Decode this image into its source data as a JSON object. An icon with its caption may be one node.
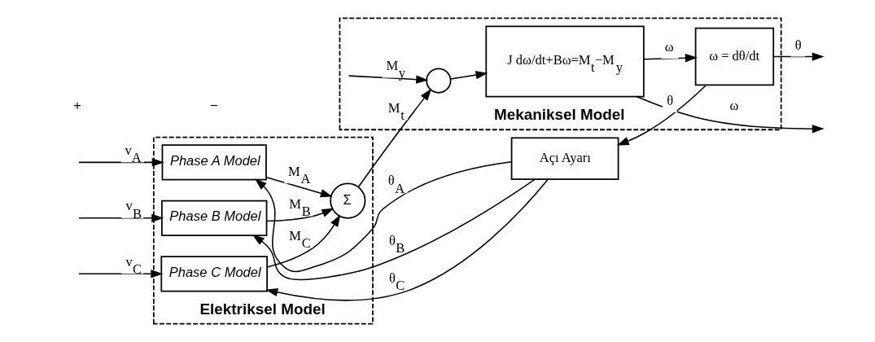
{
  "diagram": {
    "nodes": [
      {
        "text": [
          "Elektriksel Model"
        ]
      },
      {
        "text": [
          "Phase A Model"
        ],
        "in": 0
      },
      {
        "text": [
          "Phase B Model"
        ],
        "in": 0
      },
      {
        "text": [
          "Phase C Model"
        ],
        "in": 0
      },
      {
        "text": [
          "Σ"
        ],
        "in": 0
      },
      {
        "text": [
          "Mekaniksel Model"
        ]
      },
      {
        "text": [],
        "shape": "circle",
        "in": 5
      },
      {
        "text": [
          "J dω/dt+Bω=M$_{t}$−M$_{y}$"
        ],
        "in": 5
      },
      {
        "text": [
          "ω = dθ/dt"
        ],
        "in": 5
      },
      {
        "text": [
          "Açı Ayarı"
        ]
      }
    ],
    "edges": [
      {
        "from": null,
        "to": 1,
        "arrow": "to",
        "label": "v$_{A}$"
      },
      {
        "from": 9,
        "to": 1,
        "arrow": "to",
        "label": "θ$_{A}$"
      },
      {
        "from": null,
        "to": 2,
        "arrow": "to",
        "label": "v$_{B}$"
      },
      {
        "from": 9,
        "to": 2,
        "arrow": "to",
        "label": "θ$_{B}$"
      },
      {
        "from": null,
        "to": 3,
        "arrow": "to",
        "label": "v$_{C}$"
      },
      {
        "from": 9,
        "to": 3,
        "arrow": "to",
        "label": "θ$_{C}$"
      },
      {
        "from": 1,
        "to": 4,
        "arrow": "to",
        "label": "M$_{A}$"
      },
      {
        "from": 2,
        "to": 4,
        "arrow": "to",
        "label": "M$_{B}$"
      },
      {
        "from": 3,
        "to": 4,
        "arrow": "to",
        "label": "M$_{C}$"
      },
      {
        "from": 4,
        "to": 6,
        "arrow": "to",
        "label": "M$_{t}$"
      },
      {
        "from": null,
        "to": 6,
        "arrow": "to",
        "label": "M$_{y}$"
      },
      {
        "from": 6,
        "to": 7,
        "arrow": "to"
      },
      {
        "from": 7,
        "to": 8,
        "arrow": "to",
        "label": "ω"
      },
      {
        "from": 7,
        "to": null,
        "arrow": "to",
        "label": "ω"
      },
      {
        "from": 8,
        "to": null,
        "arrow": "to",
        "label": "θ"
      },
      {
        "from": 8,
        "to": 9,
        "arrow": "to",
        "label": "θ"
      }
    ],
    "labels": [
      "+",
      "−"
    ]
  }
}
